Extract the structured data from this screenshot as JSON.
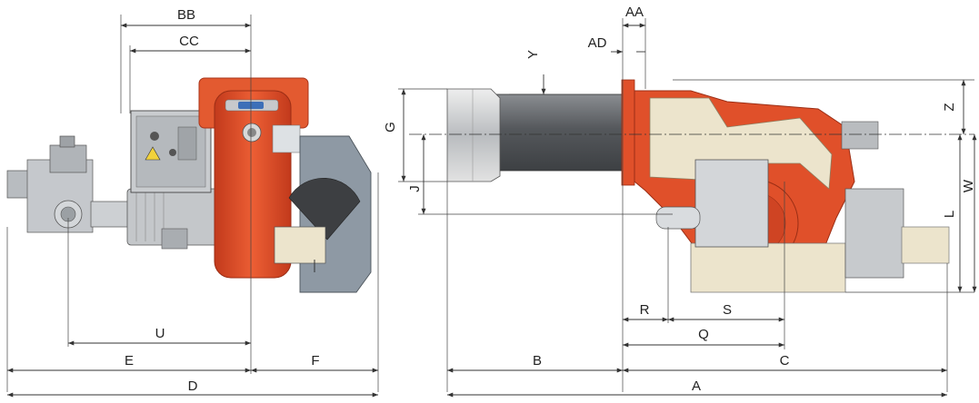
{
  "labels": {
    "BB": "BB",
    "CC": "CC",
    "U": "U",
    "E": "E",
    "F": "F",
    "D": "D",
    "AA": "AA",
    "AD": "AD",
    "Y": "Y",
    "G": "G",
    "J": "J",
    "Z": "Z",
    "W": "W",
    "L": "L",
    "R": "R",
    "S": "S",
    "Q": "Q",
    "B": "B",
    "C": "C",
    "A": "A"
  },
  "colors": {
    "burner_red": "#e0502a",
    "burner_red_dark": "#a8341a",
    "cream": "#ece4cc",
    "grey_motor": "#c9ccd0",
    "blast_tube": "#5f6266",
    "fan_cover": "#8e99a4"
  }
}
